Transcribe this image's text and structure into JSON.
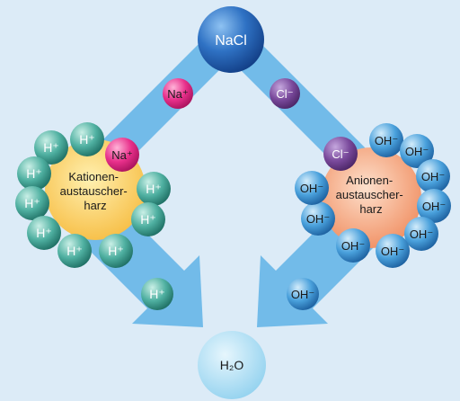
{
  "title": "",
  "nodes": {
    "top": "NaCl",
    "bottom": "H₂O",
    "left_resin": [
      "Kationen-",
      "austauscher-",
      "harz"
    ],
    "right_resin": [
      "Anionen-",
      "austauscher-",
      "harz"
    ]
  },
  "ions": {
    "na": "Na⁺",
    "cl": "Cl⁻",
    "h": "H⁺",
    "oh": "OH⁻"
  },
  "colors": {
    "background": "#dcebf7",
    "arrow": "#5fb3e6",
    "nacl": "#1f5fb0",
    "water": "#a9ddf4",
    "na": "#e8308b",
    "cl": "#7a4a9c",
    "h": "#2e9a8c",
    "oh": "#2f86c8",
    "cation_resin": "#ffcf5a",
    "anion_resin": "#f7a07a"
  }
}
